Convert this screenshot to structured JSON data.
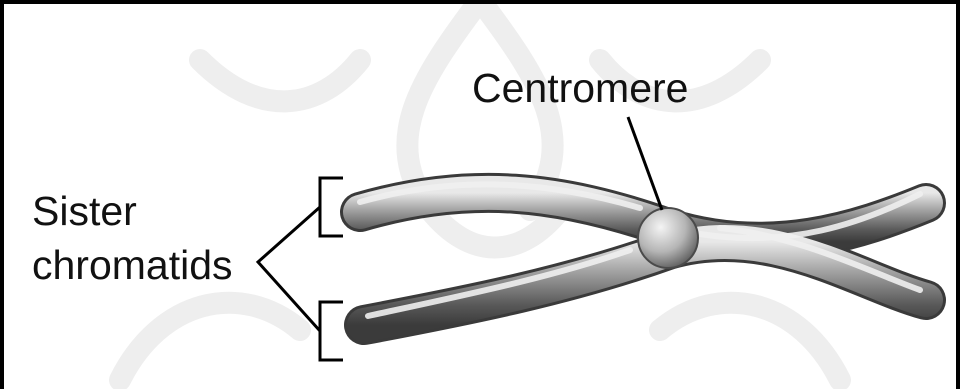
{
  "labels": {
    "centromere": "Centromere",
    "sister_line1": "Sister",
    "sister_line2": "chromatids"
  },
  "colors": {
    "background": "#ffffff",
    "frame": "#000000",
    "chromatid_dark": "#4d4d4d",
    "chromatid_mid": "#9a9a9a",
    "chromatid_light": "#e8e8e8",
    "watermark": "#eeeeee",
    "leader_line": "#000000"
  }
}
